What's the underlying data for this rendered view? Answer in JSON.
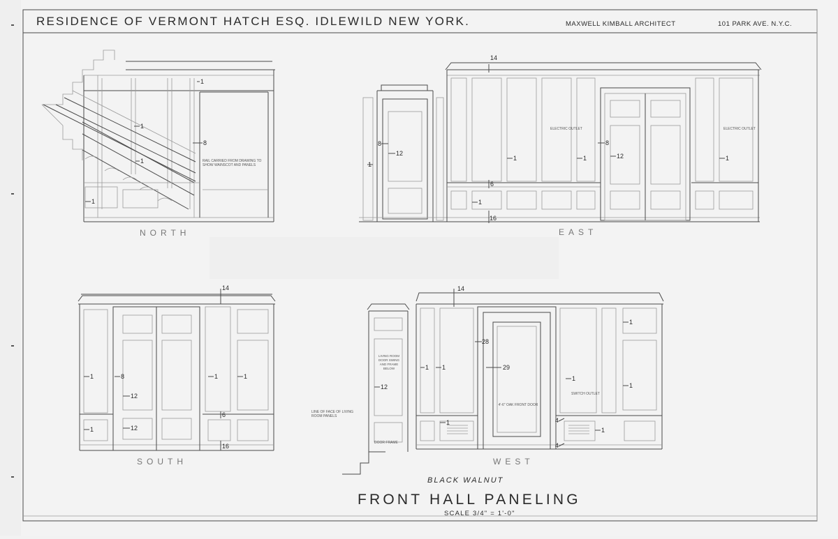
{
  "title_block": {
    "project": "RESIDENCE OF VERMONT HATCH ESQ. IDLEWILD NEW YORK.",
    "architect": "MAXWELL KIMBALL ARCHITECT",
    "address": "101 PARK AVE. N.Y.C."
  },
  "drawing": {
    "title": "FRONT HALL PANELING",
    "scale": "SCALE 3/4\" = 1'-0\"",
    "material_note": "BLACK WALNUT"
  },
  "views": {
    "north": {
      "label": "NORTH",
      "note": "RAIL CARRIED FROM DRAWING TO SHOW WAINSCOT AND PANELS",
      "callouts": [
        "1",
        "1",
        "1",
        "8",
        "1"
      ]
    },
    "east": {
      "label": "EAST",
      "callouts": [
        "14",
        "8",
        "12",
        "1",
        "6",
        "1",
        "16",
        "8",
        "1",
        "12",
        "1",
        "1"
      ],
      "notes": [
        "ELECTRIC OUTLET",
        "ELECTRIC OUTLET"
      ]
    },
    "south": {
      "label": "SOUTH",
      "callouts": [
        "14",
        "1",
        "8",
        "12",
        "12",
        "1",
        "1",
        "1",
        "6",
        "16"
      ]
    },
    "west": {
      "label": "WEST",
      "callouts": [
        "14",
        "28",
        "29",
        "1",
        "1",
        "12",
        "1",
        "1",
        "1",
        "1",
        "1",
        "4",
        "4"
      ],
      "notes": [
        "LINE OF FACE OF LIVING ROOM PANELS",
        "DOOR FRAME",
        "4'-6\" OAK FRONT DOOR",
        "SWITCH OUTLET"
      ],
      "living_room_note": "LIVING ROOM DOOR SWING AND FRAME BELOW"
    }
  }
}
